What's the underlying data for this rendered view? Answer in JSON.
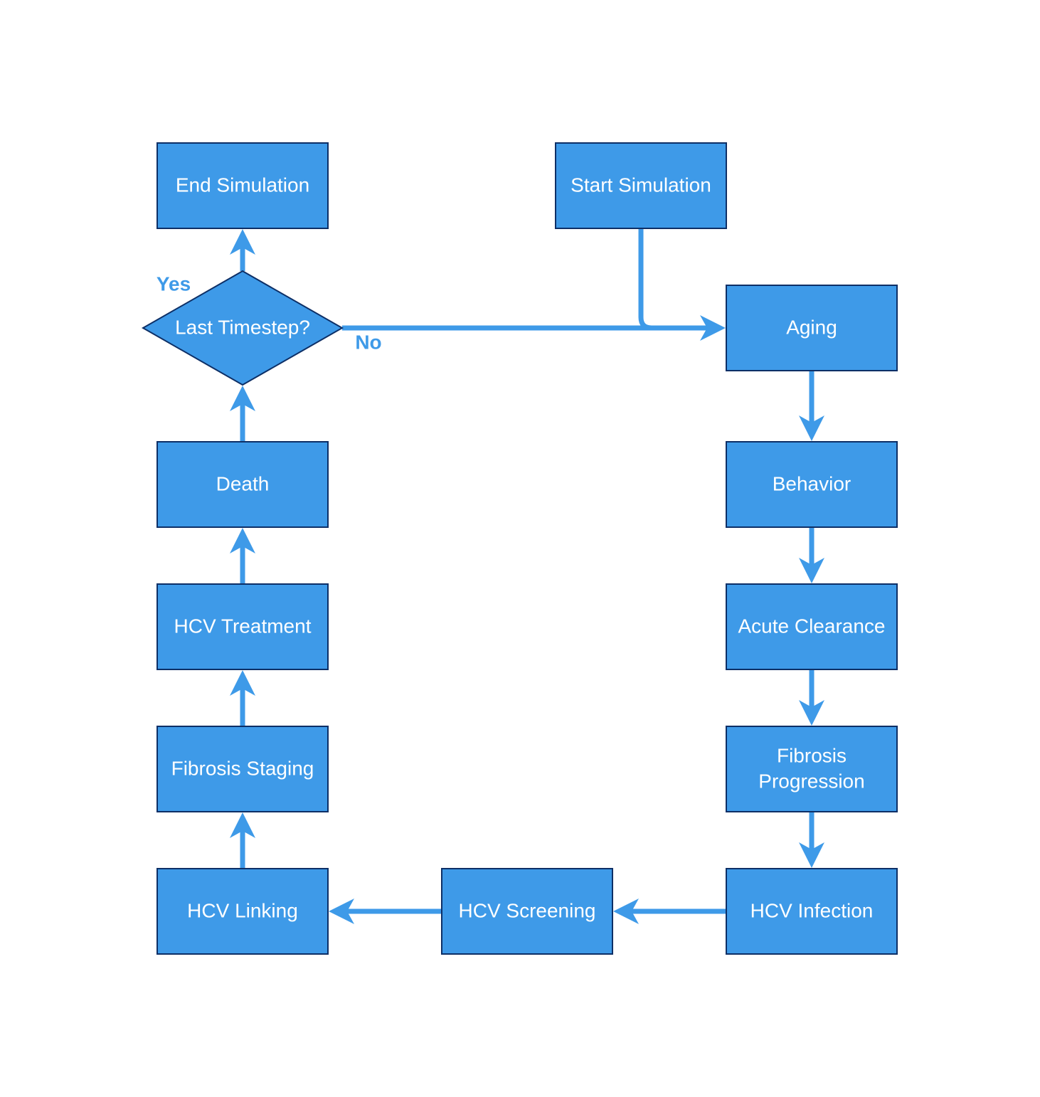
{
  "flowchart": {
    "nodes": {
      "start": "Start Simulation",
      "end": "End Simulation",
      "decision": "Last Timestep?",
      "aging": "Aging",
      "behavior": "Behavior",
      "acute_clearance": "Acute Clearance",
      "fibrosis_progression_line1": "Fibrosis",
      "fibrosis_progression_line2": "Progression",
      "hcv_infection": "HCV Infection",
      "hcv_screening": "HCV Screening",
      "hcv_linking": "HCV Linking",
      "fibrosis_staging": "Fibrosis Staging",
      "hcv_treatment": "HCV Treatment",
      "death": "Death"
    },
    "edge_labels": {
      "yes": "Yes",
      "no": "No"
    },
    "colors": {
      "node_fill": "#3e9ae8",
      "node_border": "#0d2f66",
      "edge": "#3e9ae8",
      "text": "#ffffff"
    }
  }
}
